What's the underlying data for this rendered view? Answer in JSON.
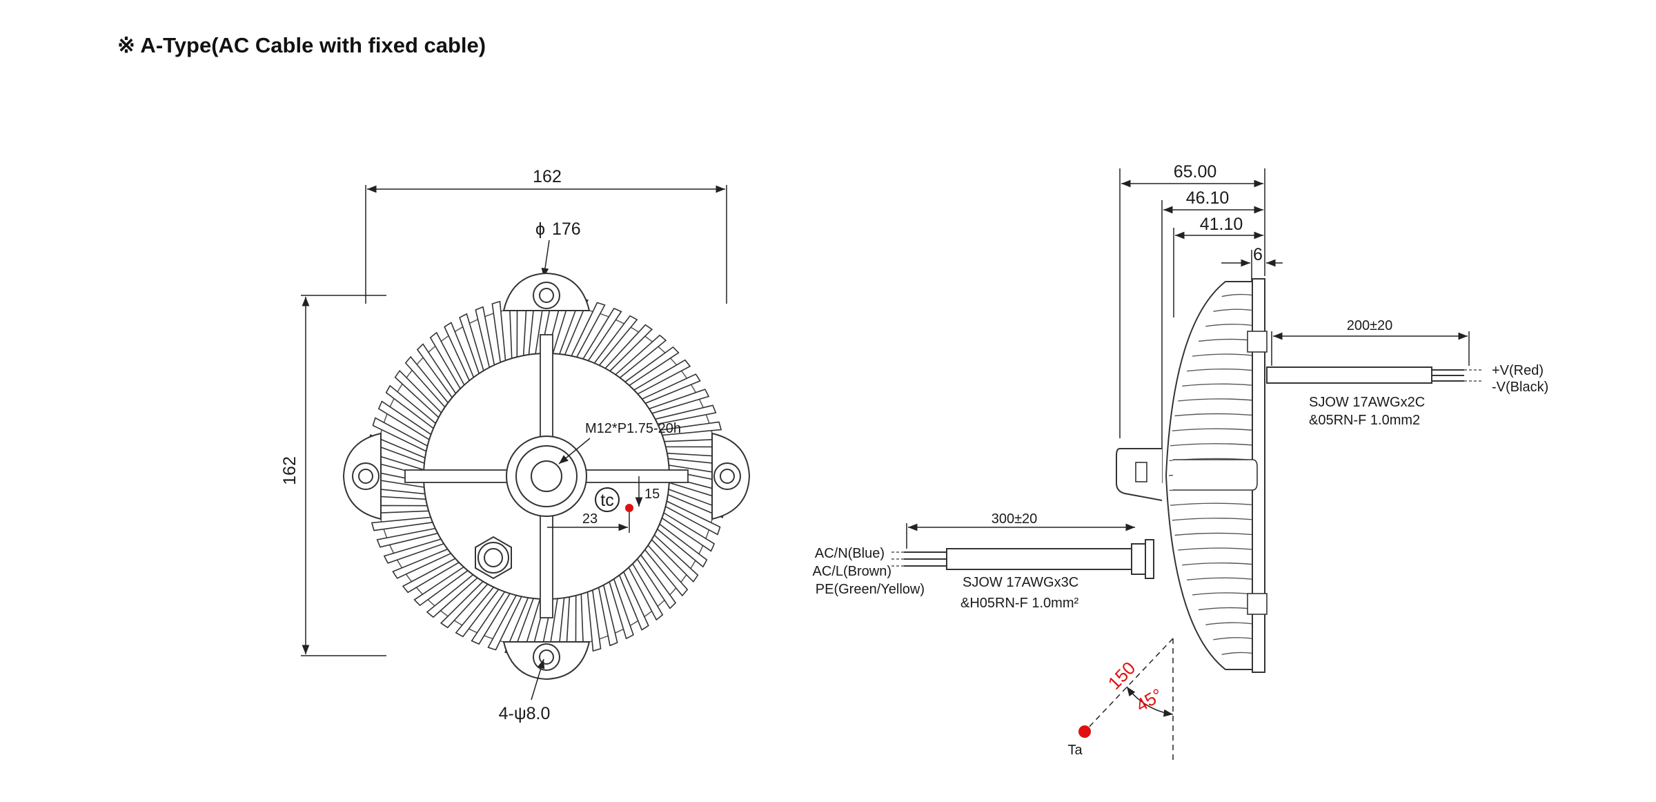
{
  "heading": "※ A-Type(AC Cable with fixed cable)",
  "front_view": {
    "width_dim": "162",
    "height_dim": "162",
    "diameter": "176",
    "diameter_symbol": "ϕ",
    "mount_holes": "4-ψ8.0",
    "thread": "M12*P1.75-20h",
    "tc_label": "tc",
    "tc_offset_x": "23",
    "tc_offset_y": "15"
  },
  "side_view": {
    "dim_overall": "65.00",
    "dim_body": "46.10",
    "dim_fins": "41.10",
    "dim_edge": "6",
    "dc_cable_length": "200±20",
    "dc_pos": "+V(Red)",
    "dc_neg": "-V(Black)",
    "dc_cable_spec_1": "SJOW 17AWGx2C",
    "dc_cable_spec_2": "&05RN-F 1.0mm2",
    "ac_cable_length": "300±20",
    "ac_n": "AC/N(Blue)",
    "ac_l": "AC/L(Brown)",
    "pe": "PE(Green/Yellow)",
    "ac_cable_spec_1": "SJOW 17AWGx3C",
    "ac_cable_spec_2": "&H05RN-F 1.0mm²",
    "ta_distance": "150",
    "ta_angle": "45°",
    "ta_label": "Ta"
  },
  "colors": {
    "line": "#222222",
    "marker_red": "#e01010"
  }
}
